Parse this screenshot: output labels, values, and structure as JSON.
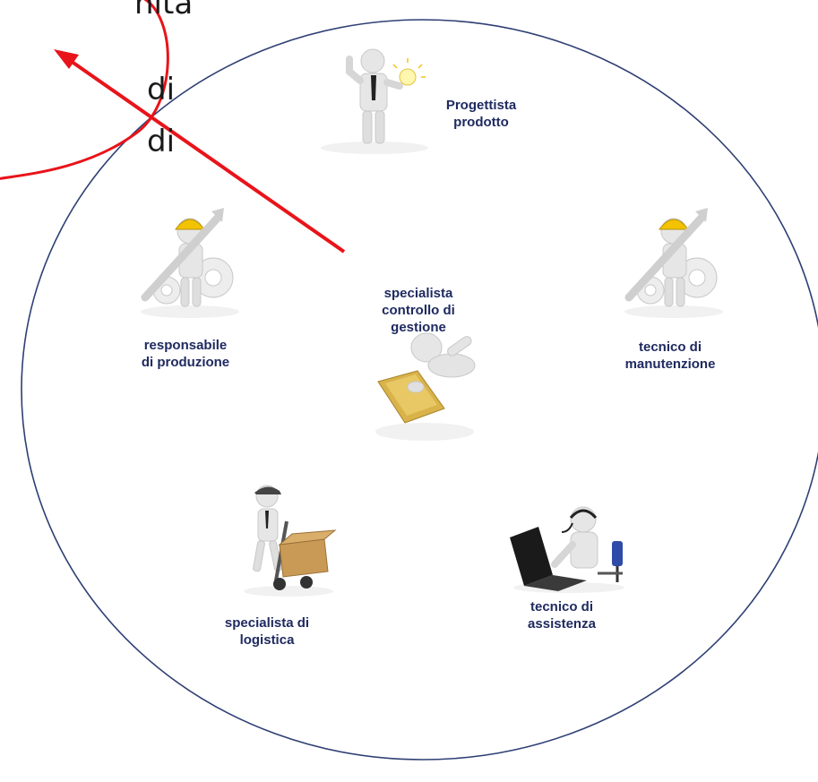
{
  "colors": {
    "circle_stroke": "#2e3f74",
    "arrow": "#e8141a",
    "label": "#1f2a60",
    "figure_body": "#e6e6e6",
    "helmet": "#f3c200",
    "box": "#c99a55",
    "pad": "#d9b24a"
  },
  "cut_text": {
    "line1": "nita",
    "line2": "di",
    "line3": "di"
  },
  "roles": [
    {
      "id": "progettista",
      "label": "Progettista\nprodotto",
      "icon": "idea-bulb-figure-icon"
    },
    {
      "id": "controllo",
      "label": "specialista\ncontrollo di\ngestione",
      "icon": "tablet-figure-icon"
    },
    {
      "id": "produzione",
      "label": "responsabile\ndi produzione",
      "icon": "wrench-helmet-figure-icon"
    },
    {
      "id": "manutenzione",
      "label": "tecnico di\nmanutenzione",
      "icon": "wrench-helmet-figure-icon"
    },
    {
      "id": "logistica",
      "label": "specialista di\nlogistica",
      "icon": "handtruck-box-figure-icon"
    },
    {
      "id": "assistenza",
      "label": "tecnico di\nassistenza",
      "icon": "headset-laptop-figure-icon"
    }
  ]
}
